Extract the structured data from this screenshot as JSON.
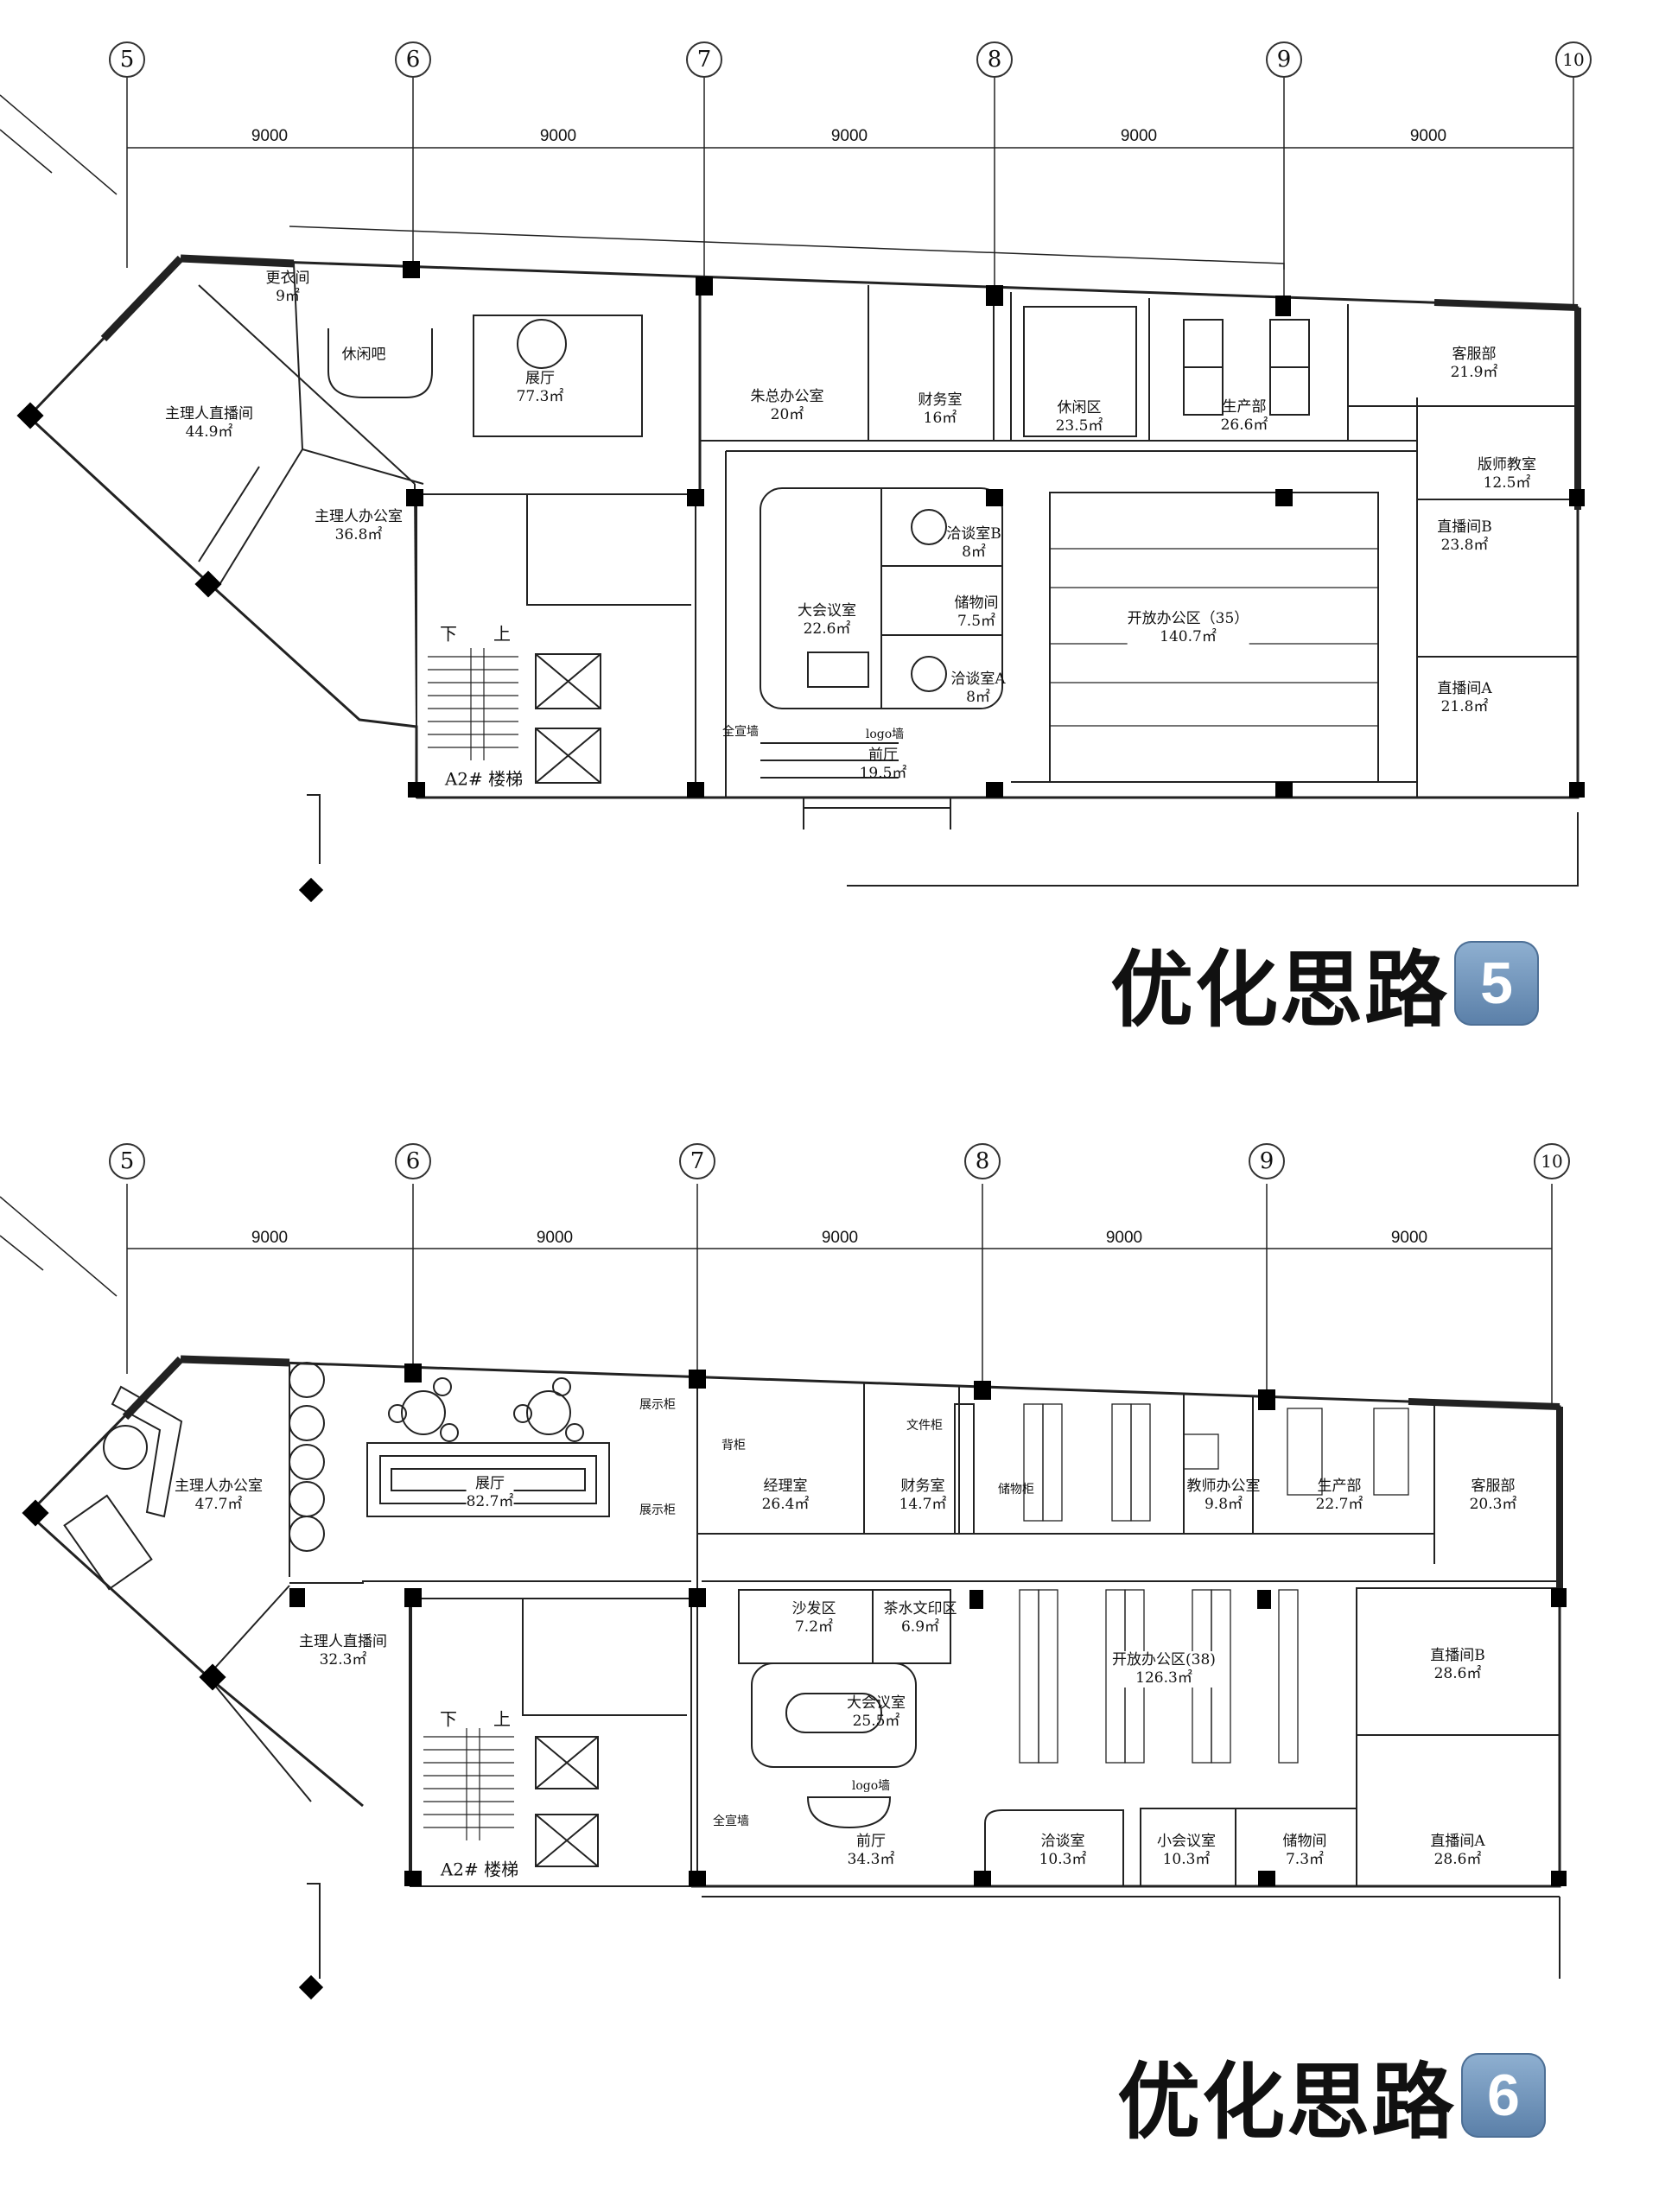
{
  "plans": [
    {
      "grid_axes": [
        "5",
        "6",
        "7",
        "8",
        "9",
        "10"
      ],
      "spans": [
        "9000",
        "9000",
        "9000",
        "9000",
        "9000"
      ],
      "rooms": [
        {
          "name": "更衣间",
          "area": "9㎡"
        },
        {
          "name": "休闲吧"
        },
        {
          "name": "展厅",
          "area": "77.3㎡"
        },
        {
          "name": "主理人直播间",
          "area": "44.9㎡"
        },
        {
          "name": "主理人办公室",
          "area": "36.8㎡"
        },
        {
          "name": "朱总办公室",
          "area": "20㎡"
        },
        {
          "name": "财务室",
          "area": "16㎡"
        },
        {
          "name": "休闲区",
          "area": "23.5㎡"
        },
        {
          "name": "生产部",
          "area": "26.6㎡"
        },
        {
          "name": "客服部",
          "area": "21.9㎡"
        },
        {
          "name": "版师教室",
          "area": "12.5㎡"
        },
        {
          "name": "洽谈室B",
          "area": "8㎡"
        },
        {
          "name": "储物间",
          "area": "7.5㎡"
        },
        {
          "name": "洽谈室A",
          "area": "8㎡"
        },
        {
          "name": "大会议室",
          "area": "22.6㎡"
        },
        {
          "name": "开放办公区（35）",
          "area": "140.7㎡"
        },
        {
          "name": "直播间B",
          "area": "23.8㎡"
        },
        {
          "name": "直播间A",
          "area": "21.8㎡"
        },
        {
          "name": "前厅",
          "area": "19.5㎡"
        }
      ],
      "annotations": [
        "logo墙",
        "全宣墙"
      ],
      "stair": {
        "label": "A2# 楼梯",
        "down": "下",
        "up": "上"
      },
      "caption": {
        "text": "优化思路",
        "badge": "5"
      }
    },
    {
      "grid_axes": [
        "5",
        "6",
        "7",
        "8",
        "9",
        "10"
      ],
      "spans": [
        "9000",
        "9000",
        "9000",
        "9000",
        "9000"
      ],
      "rooms": [
        {
          "name": "主理人办公室",
          "area": "47.7㎡"
        },
        {
          "name": "展厅",
          "area": "82.7㎡"
        },
        {
          "name": "主理人直播间",
          "area": "32.3㎡"
        },
        {
          "name": "经理室",
          "area": "26.4㎡"
        },
        {
          "name": "财务室",
          "area": "14.7㎡"
        },
        {
          "name": "教师办公室",
          "area": "9.8㎡"
        },
        {
          "name": "生产部",
          "area": "22.7㎡"
        },
        {
          "name": "客服部",
          "area": "20.3㎡"
        },
        {
          "name": "沙发区",
          "area": "7.2㎡"
        },
        {
          "name": "茶水文印区",
          "area": "6.9㎡"
        },
        {
          "name": "大会议室",
          "area": "25.5㎡"
        },
        {
          "name": "开放办公区(38)",
          "area": "126.3㎡"
        },
        {
          "name": "直播间B",
          "area": "28.6㎡"
        },
        {
          "name": "前厅",
          "area": "34.3㎡"
        },
        {
          "name": "洽谈室",
          "area": "10.3㎡"
        },
        {
          "name": "小会议室",
          "area": "10.3㎡"
        },
        {
          "name": "储物间",
          "area": "7.3㎡"
        },
        {
          "name": "直播间A",
          "area": "28.6㎡"
        }
      ],
      "annotations": [
        "展示柜",
        "展示柜",
        "背柜",
        "文件柜",
        "储物柜",
        "logo墙",
        "全宣墙"
      ],
      "stair": {
        "label": "A2# 楼梯",
        "down": "下",
        "up": "上"
      },
      "caption": {
        "text": "优化思路",
        "badge": "6"
      }
    }
  ]
}
